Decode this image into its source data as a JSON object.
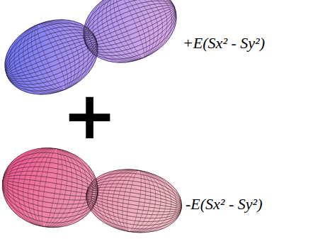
{
  "diagram": {
    "labels": [
      "+E(Sx² - Sy²)",
      "+",
      "-E(Sx² - Sy²)"
    ]
  }
}
